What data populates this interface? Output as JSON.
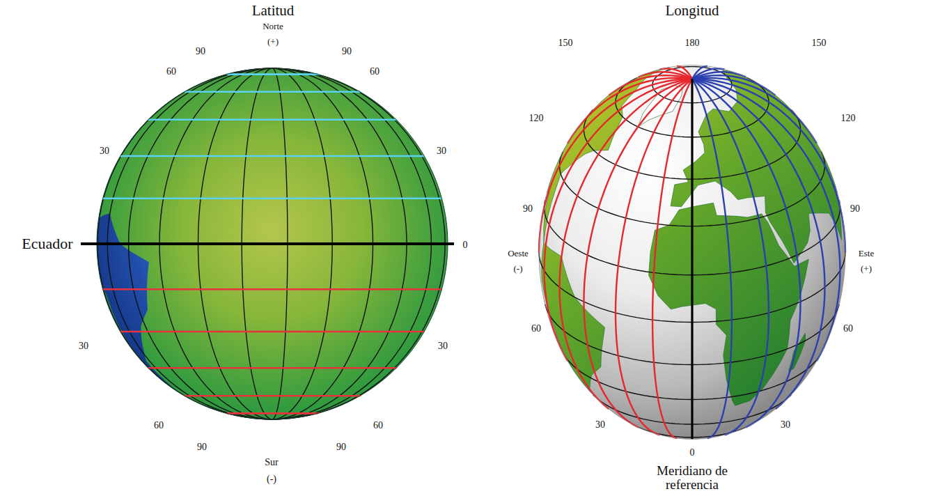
{
  "diagram": {
    "labels": [
      "Latitud",
      "Norte",
      "(+)",
      "90",
      "90",
      "60",
      "60",
      "30",
      "30",
      "Ecuador",
      "0",
      "30",
      "30",
      "60",
      "60",
      "90",
      "90",
      "Sur",
      "(-)",
      "Longitud",
      "180",
      "150",
      "150",
      "120",
      "120",
      "90",
      "90",
      "Oeste",
      "(-)",
      "Este",
      "(+)",
      "60",
      "60",
      "30",
      "30",
      "0",
      "Meridiano de referencia"
    ]
  }
}
